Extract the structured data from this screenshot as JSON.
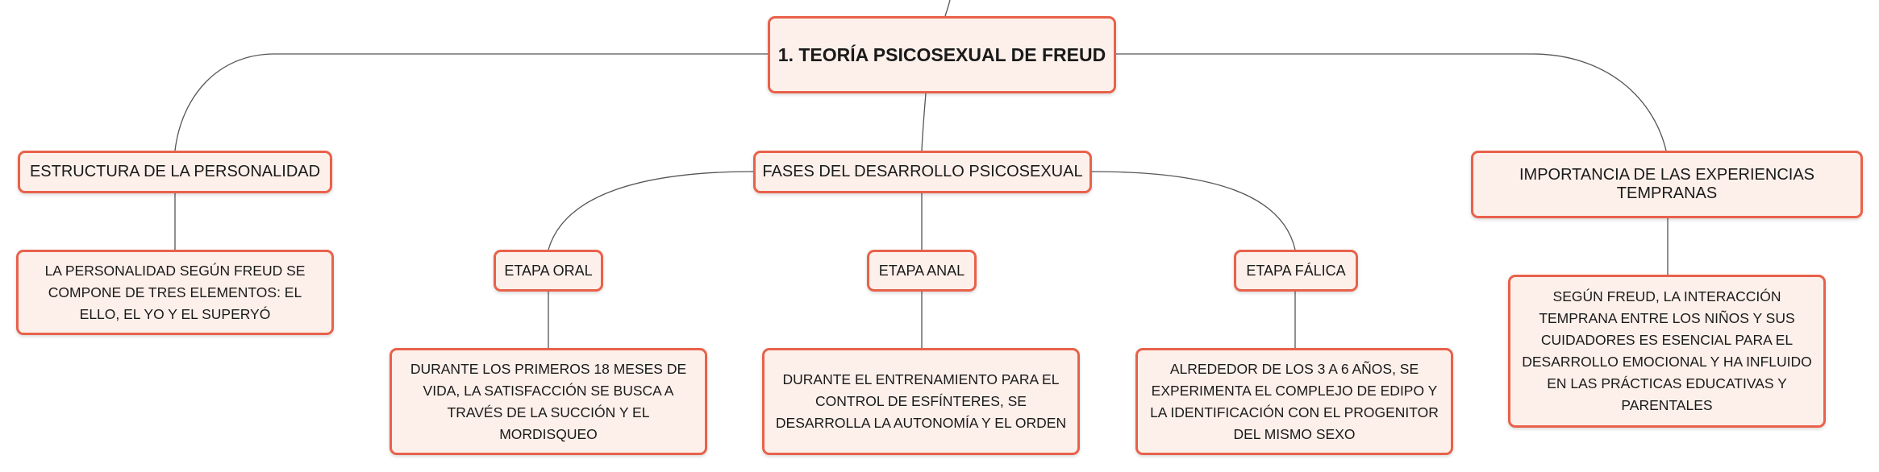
{
  "root": {
    "label": "1. TEORÍA PSICOSEXUAL DE FREUD"
  },
  "structure": {
    "label": "ESTRUCTURA DE LA PERSONALIDAD",
    "detail": "LA PERSONALIDAD SEGÚN FREUD SE COMPONE DE TRES ELEMENTOS: EL ELLO, EL YO Y EL SUPERYÓ"
  },
  "phases": {
    "label": "FASES DEL DESARROLLO PSICOSEXUAL",
    "stages": [
      {
        "label": "ETAPA ORAL",
        "detail": "DURANTE LOS PRIMEROS 18 MESES DE VIDA, LA SATISFACCIÓN SE BUSCA A TRAVÉS DE LA SUCCIÓN Y EL MORDISQUEO"
      },
      {
        "label": "ETAPA ANAL",
        "detail": "DURANTE EL ENTRENAMIENTO PARA EL CONTROL DE ESFÍNTERES, SE DESARROLLA LA AUTONOMÍA Y EL ORDEN"
      },
      {
        "label": "ETAPA FÁLICA",
        "detail": "ALREDEDOR DE LOS 3 A 6 AÑOS, SE EXPERIMENTA EL COMPLEJO DE EDIPO Y LA IDENTIFICACIÓN CON EL PROGENITOR DEL MISMO SEXO"
      }
    ]
  },
  "experiences": {
    "label": "IMPORTANCIA DE LAS EXPERIENCIAS TEMPRANAS",
    "detail": "SEGÚN FREUD, LA INTERACCIÓN TEMPRANA ENTRE LOS NIÑOS Y SUS CUIDADORES ES ESENCIAL PARA EL DESARROLLO EMOCIONAL Y HA INFLUIDO EN LAS PRÁCTICAS EDUCATIVAS Y PARENTALES"
  },
  "colors": {
    "node_border": "#e9614a",
    "node_fill": "#fdf0ea",
    "connector": "#555555"
  }
}
